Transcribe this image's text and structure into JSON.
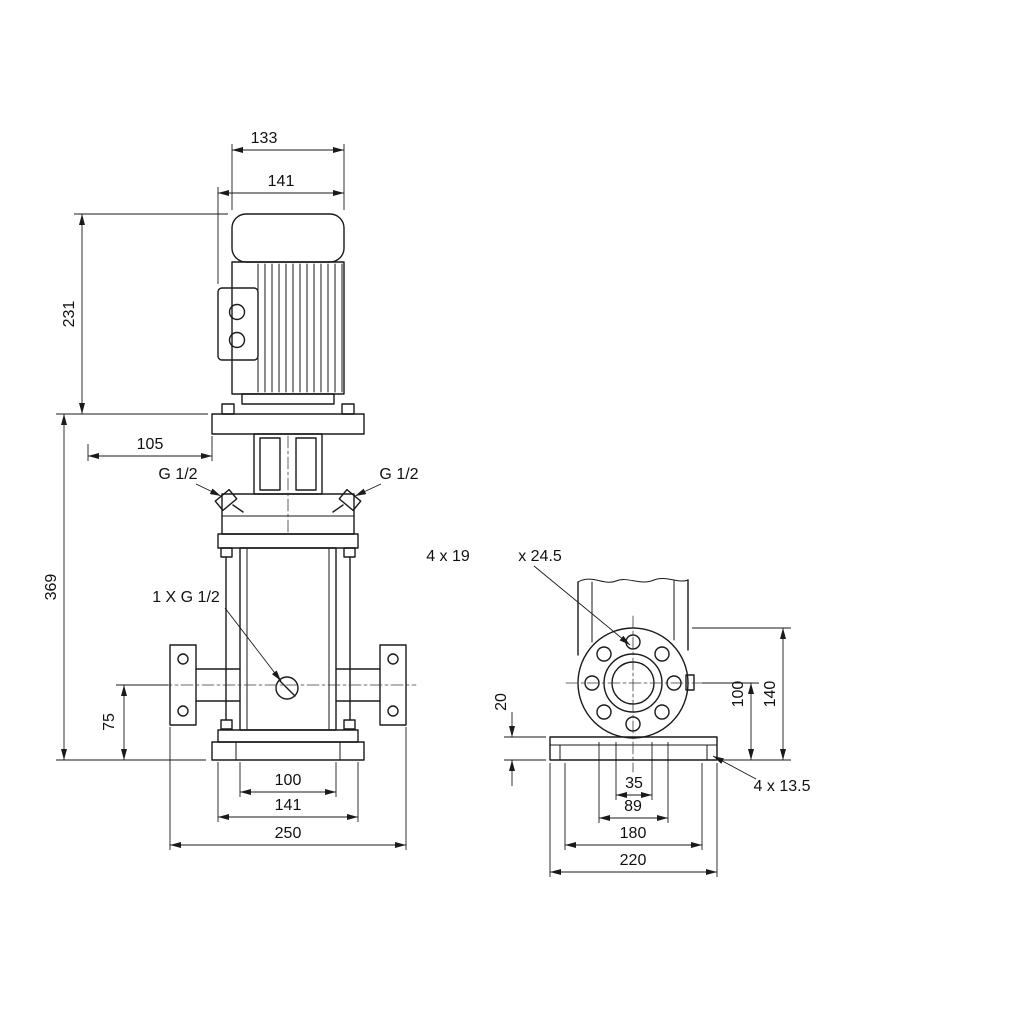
{
  "front_view": {
    "dim_motor_body_width": "133",
    "dim_motor_width": "141",
    "dim_motor_height": "231",
    "dim_head_width": "105",
    "plug_left_label": "G 1/2",
    "plug_right_label": "G 1/2",
    "dim_pump_height": "369",
    "drain_plug_label": "1 X G 1/2",
    "dim_port_height": "75",
    "dim_sleeve_width": "100",
    "dim_base_width": "141",
    "dim_port_to_port": "250"
  },
  "side_view": {
    "flange_bolt_label": "4 x 19",
    "flange_counterbore_label": "x 24.5",
    "dim_base_thickness": "20",
    "dim_port_center_height": "100",
    "dim_flange_top_height": "140",
    "dim_port_offset": "35",
    "dim_bolt_span": "89",
    "dim_base_hole_spacing": "180",
    "dim_base_length": "220",
    "base_bolt_label": "4 x 13.5"
  }
}
